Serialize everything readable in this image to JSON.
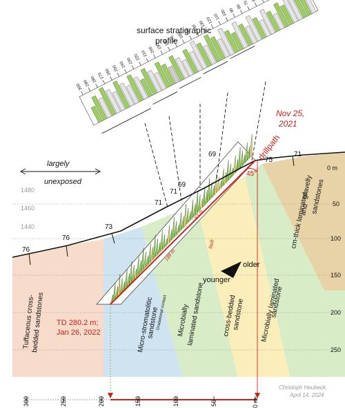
{
  "header": {
    "title_line1": "surface stratigraphic",
    "title_line2": "profile"
  },
  "profile_scale": {
    "tick_labels": [
      "300",
      "290",
      "280",
      "270",
      "260",
      "250",
      "240",
      "230",
      "220",
      "210",
      "200",
      "190",
      "180",
      "170",
      "160",
      "150",
      "140",
      "130",
      "120",
      "110",
      "100",
      "90",
      "80",
      "70",
      "60",
      "50",
      "40",
      "30",
      "20",
      "10",
      "0"
    ]
  },
  "annotations": {
    "date_top_line1": "Nov 25,",
    "date_top_line2": "2021",
    "drillpath": "drillpath",
    "angle": "45°",
    "largely_line1": "largely",
    "largely_line2": "unexposed",
    "td_line1": "TD 280.2 m;",
    "td_line2": "Jan 26, 2022",
    "older": "older",
    "younger": "younger",
    "credit_line1": "Christoph Heubeck,",
    "credit_line2": "April 14, 2024",
    "gradational": "Gradational contact",
    "fault": "fault",
    "depth_a": "83 m",
    "depth_b": "189 m"
  },
  "dips": [
    "69",
    "71",
    "69",
    "71",
    "73",
    "76",
    "76",
    "75",
    "71"
  ],
  "elevation_labels": [
    "1480",
    "1460",
    "1440"
  ],
  "depth_axis": {
    "labels": [
      "0 m",
      "50",
      "100",
      "150",
      "200",
      "250"
    ]
  },
  "bottom_axis": {
    "labels": [
      "300",
      "250",
      "200",
      "150",
      "100",
      "50",
      "0 m"
    ]
  },
  "units": {
    "u1_line1": "Tuffaceous cross-",
    "u1_line2": "bedded sandstones",
    "u2_line1": "Micro-stromatolitic",
    "u2_line2": "sandstone",
    "u3_line1": "Microbially",
    "u3_line2": "laminated sandstone",
    "u4_line1": "cross-bedded",
    "u4_line2": "sandstone",
    "u5_line1": "Microbially laminated",
    "u5_line2": "sandstone",
    "u6_line1": "cm-thick laminated",
    "u6_line2": "and",
    "u6_line3": "gravelly",
    "u6_line4": "sandstones"
  },
  "colors": {
    "tuff": "#f7dccb",
    "stromatolitic": "#cfe3f0",
    "microbial": "#d8ecc8",
    "crossbedded": "#fbeebb",
    "gravelly": "#e8d3a8",
    "green_layer": "#9ccf5d",
    "yellow_layer": "#f5d36c",
    "drill": "#d0201a"
  }
}
